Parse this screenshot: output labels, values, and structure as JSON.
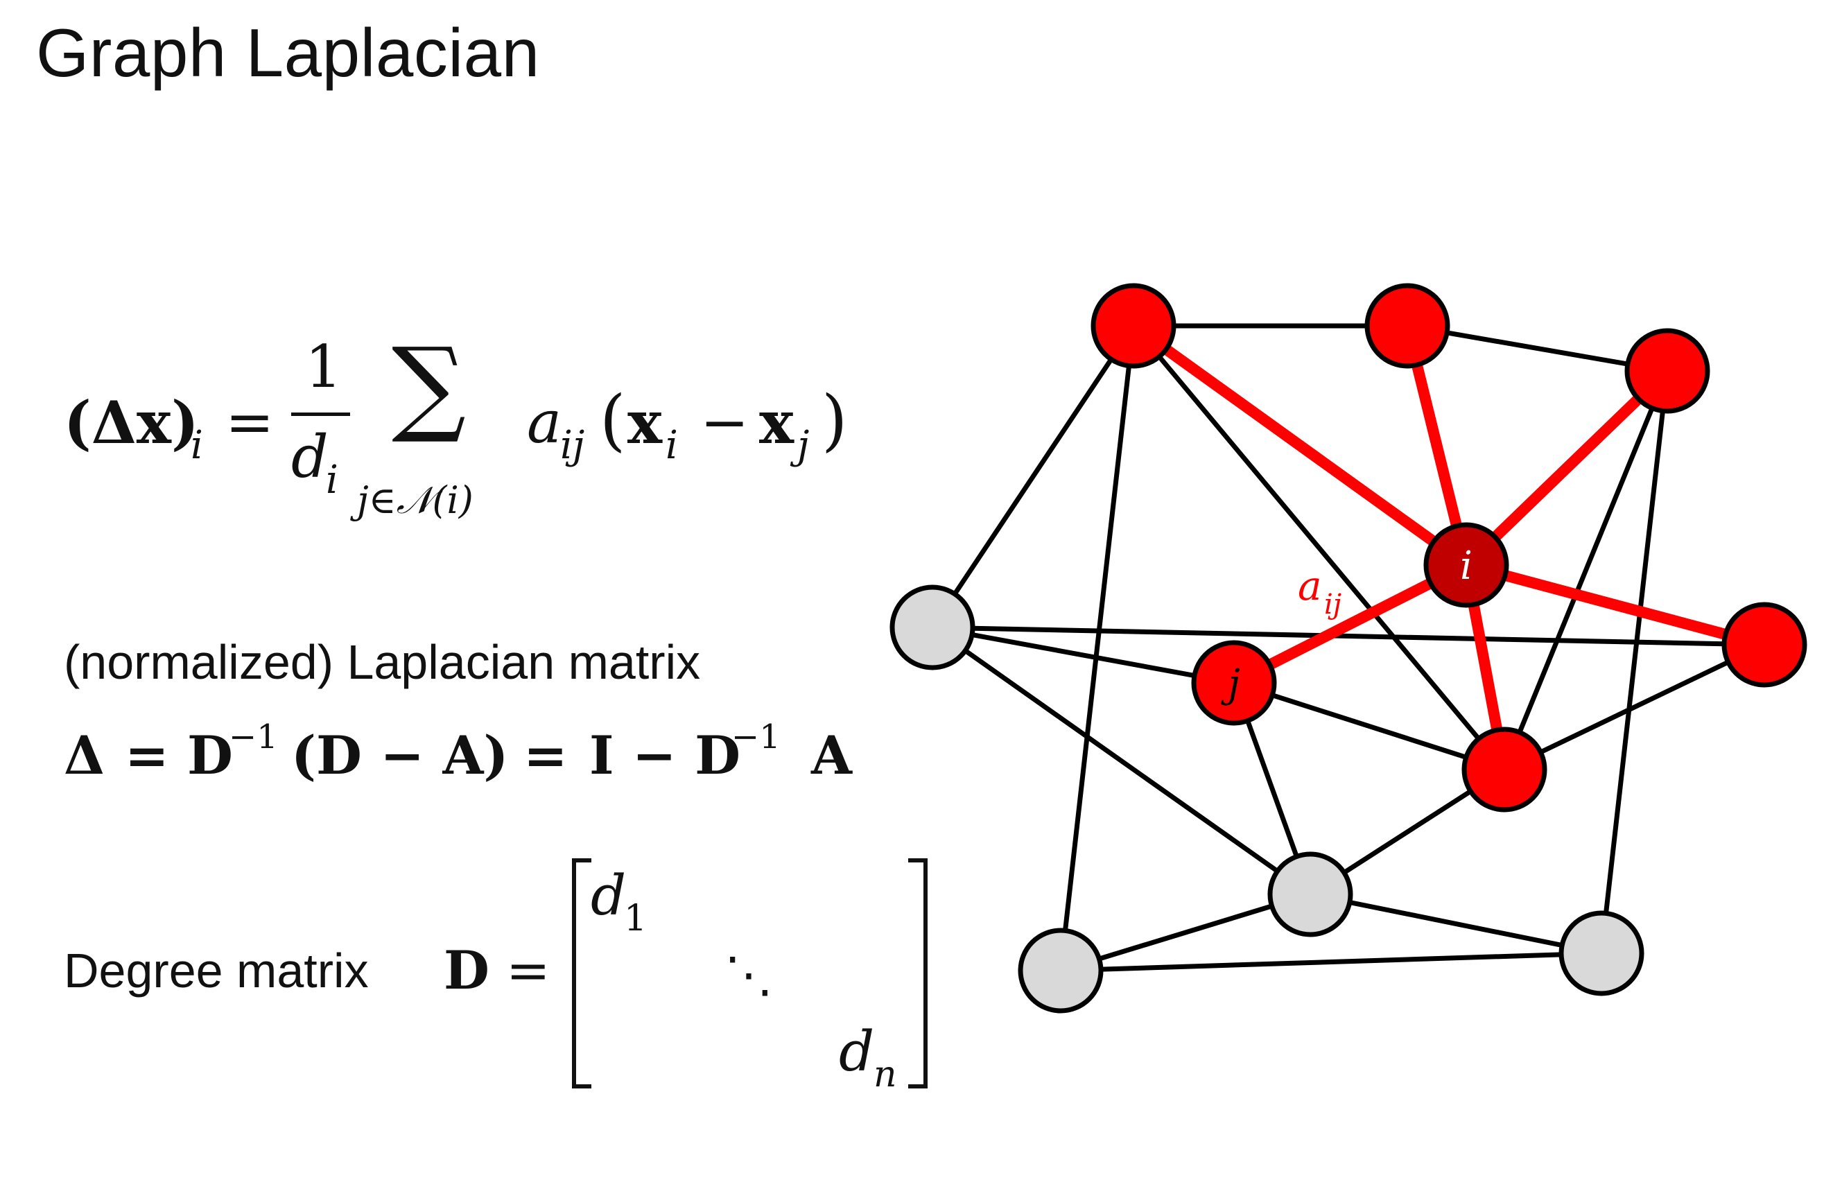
{
  "slide": {
    "title": "Graph Laplacian"
  },
  "formula_local": {
    "lhs": "(Δx)",
    "lhs_sub": "i",
    "equals": "=",
    "frac_num": "1",
    "frac_den": "d",
    "frac_den_sub": "i",
    "sum_symbol": "∑",
    "sum_index": "j∈𝒩(i)",
    "term_a": "a",
    "term_a_sub": "ij",
    "paren_open": "(",
    "x_i": "x",
    "x_i_sub": "i",
    "minus": "−",
    "x_j": "x",
    "x_j_sub": "j",
    "paren_close": ")"
  },
  "matrix_label": "(normalized) Laplacian matrix",
  "matrix_formula": {
    "delta": "Δ",
    "eq1": "=",
    "d_inv": "D",
    "sup1": "−1",
    "inner": "(D − A)",
    "eq2": "=",
    "rest": "I − D",
    "sup2": "−1",
    "a": "A"
  },
  "degree": {
    "label": "Degree matrix",
    "symbol": "D",
    "equals": "=",
    "d1": "d",
    "d1_sub": "1",
    "dots": "⋱",
    "dn": "d",
    "dn_sub": "n"
  },
  "graph": {
    "center_label": "i",
    "neighbor_label": "j",
    "edge_label": "a",
    "edge_label_sub": "ij",
    "colors": {
      "neighbor_fill": "#ff0000",
      "center_fill": "#c00000",
      "other_fill": "#d9d9d9",
      "highlight_edge": "#ff0000",
      "edge": "#000000"
    }
  }
}
